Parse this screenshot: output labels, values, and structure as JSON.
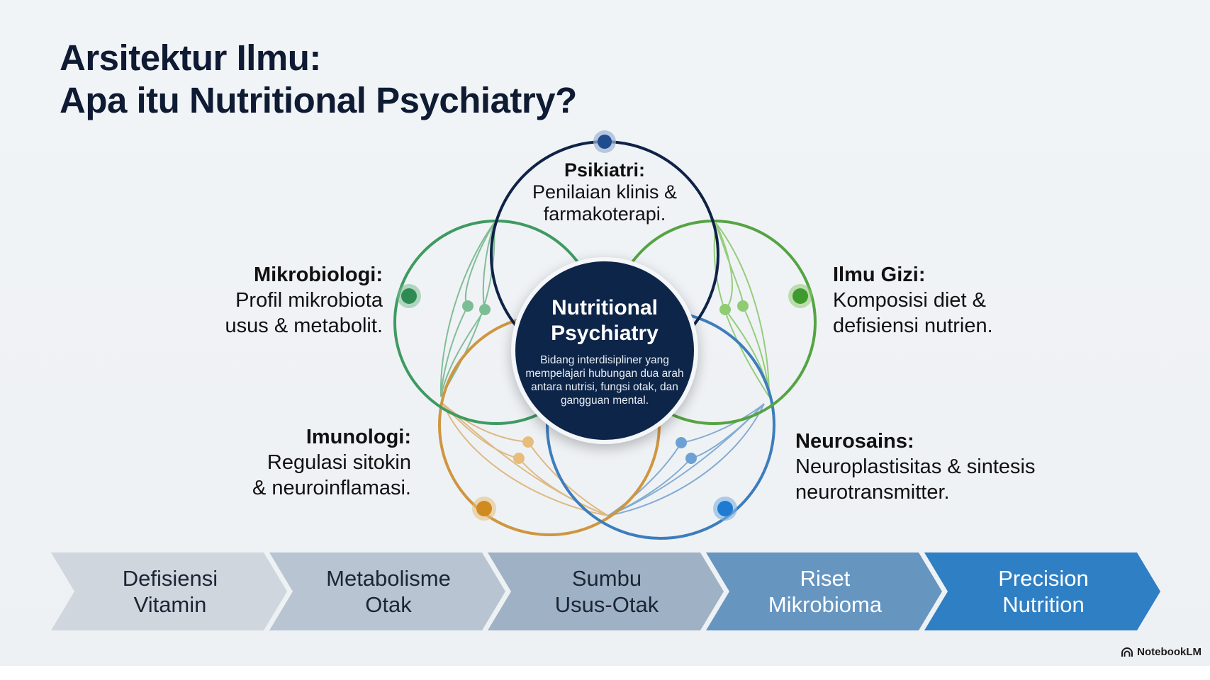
{
  "title": {
    "line1": "Arsitektur Ilmu:",
    "line2": "Apa itu Nutritional Psychiatry?"
  },
  "core": {
    "title_line1": "Nutritional",
    "title_line2": "Psychiatry",
    "description": "Bidang interdisipliner yang mempelajari hubungan dua arah antara nutrisi, fungsi otak, dan gangguan mental."
  },
  "disciplines": [
    {
      "id": "psikiatri",
      "heading": "Psikiatri:",
      "line1": "Penilaian klinis &",
      "line2": "farmakoterapi.",
      "color": "#0f2347"
    },
    {
      "id": "mikrobiologi",
      "heading": "Mikrobiologi:",
      "line1": "Profil mikrobiota",
      "line2": "usus & metabolit.",
      "color": "#3f9a62"
    },
    {
      "id": "ilmu-gizi",
      "heading": "Ilmu Gizi:",
      "line1": "Komposisi diet &",
      "line2": "defisiensi nutrien.",
      "color": "#4f9e3e"
    },
    {
      "id": "imunologi",
      "heading": "Imunologi:",
      "line1": "Regulasi sitokin",
      "line2": "& neuroinflamasi.",
      "color": "#d49a3a"
    },
    {
      "id": "neurosains",
      "heading": "Neurosains:",
      "line1": "Neuroplastisitas & sintesis",
      "line2": "neurotransmitter.",
      "color": "#3f7fbf"
    }
  ],
  "timeline": [
    {
      "line1": "Defisiensi",
      "line2": "Vitamin",
      "fill": "#cfd6de",
      "text_color": "#1c2535"
    },
    {
      "line1": "Metabolisme",
      "line2": "Otak",
      "fill": "#b8c4d1",
      "text_color": "#1c2535"
    },
    {
      "line1": "Sumbu",
      "line2": "Usus-Otak",
      "fill": "#9fb1c5",
      "text_color": "#1c2535"
    },
    {
      "line1": "Riset",
      "line2": "Mikrobioma",
      "fill": "#6695c0",
      "text_color": "#ffffff"
    },
    {
      "line1": "Precision",
      "line2": "Nutrition",
      "fill": "#2f7fc4",
      "text_color": "#ffffff"
    }
  ],
  "brand": {
    "icon": "notebooklm-logo-icon",
    "label": "NotebookLM"
  }
}
